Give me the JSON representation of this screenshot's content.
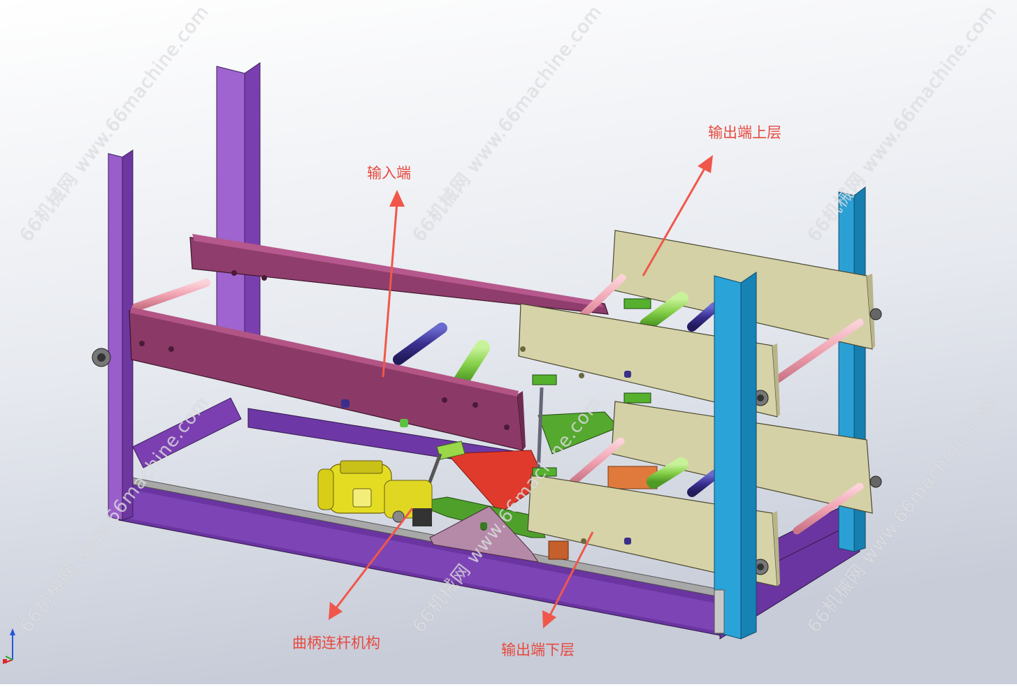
{
  "labels": {
    "input_end": "输入端",
    "output_upper": "输出端上层",
    "crank_mechanism": "曲柄连杆机构",
    "output_lower": "输出端下层"
  },
  "watermark": {
    "text": "66机械网 www.66machine.com",
    "text_short": "66machine.com"
  },
  "colors": {
    "background_top": "#ffffff",
    "background_bottom": "#c9ced9",
    "frame_purple": "#7a3fae",
    "panel_magenta": "#8e3c6b",
    "panel_cream": "#d6d3a8",
    "post_blue": "#2a9fd0",
    "roller_pink": "#f2a6b4",
    "roller_green": "#8fd654",
    "motor_yellow": "#e8e02a",
    "link_green": "#52a52e",
    "red_block": "#e03a2c",
    "arrow_red": "#f0574a",
    "text_red": "#e8493f"
  }
}
